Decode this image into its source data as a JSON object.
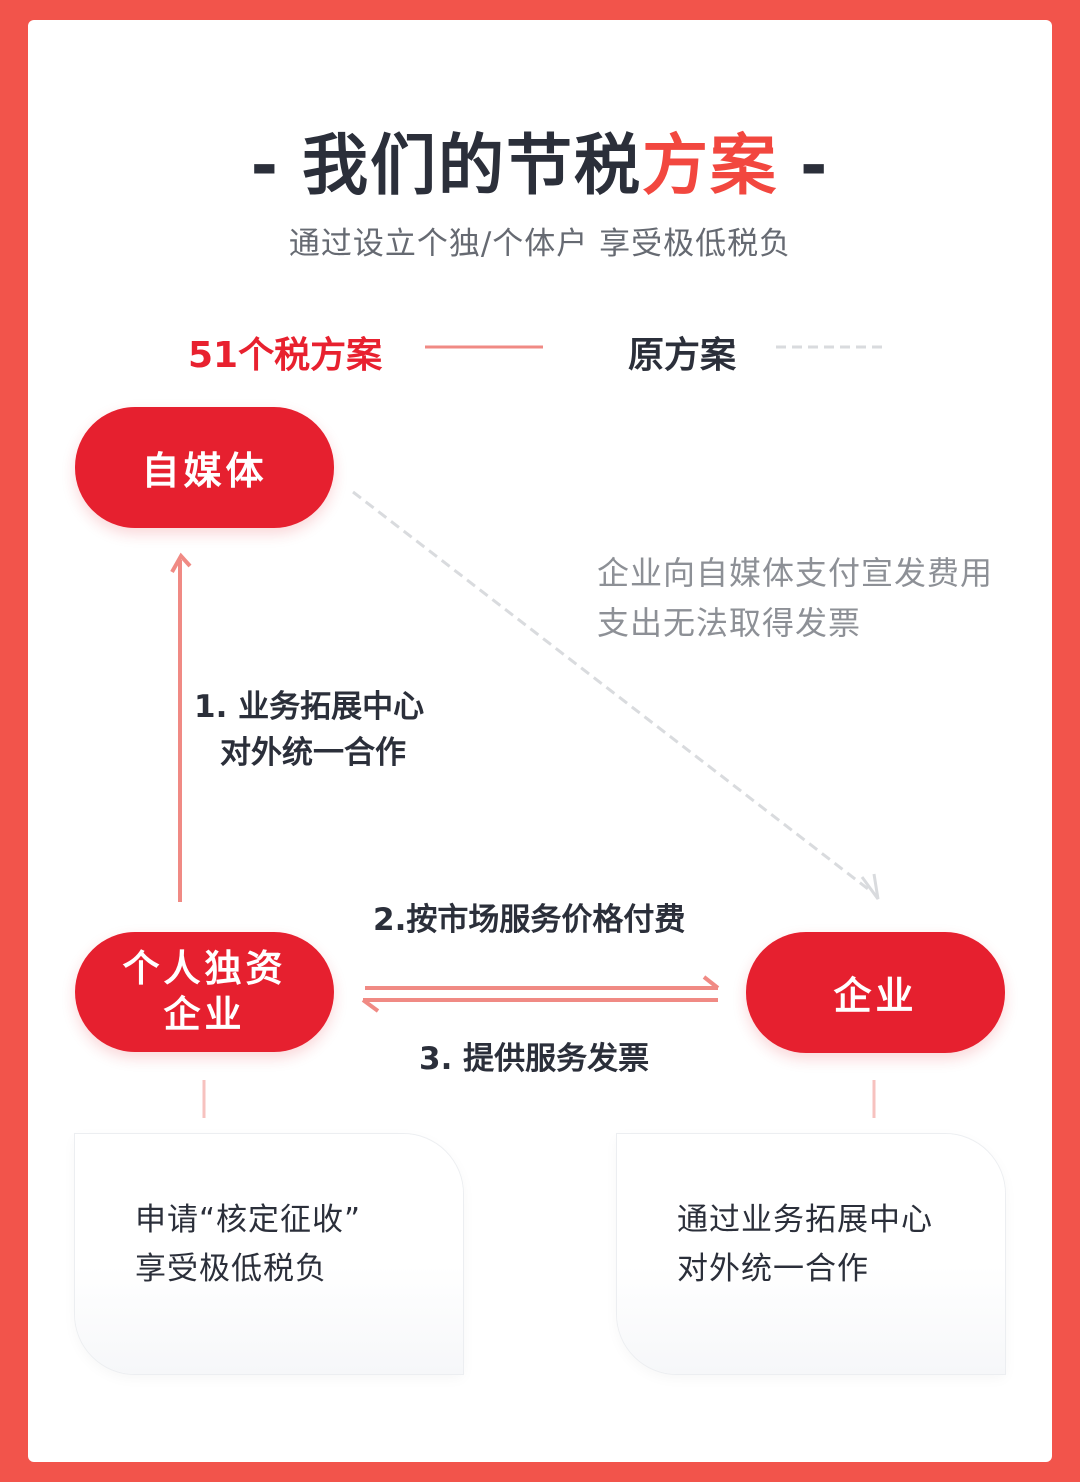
{
  "title": {
    "dash_left": "-",
    "main": "我们的节税",
    "accent": "方案",
    "dash_right": "-"
  },
  "subtitle": "通过设立个独/个体户 享受极低税负",
  "legend": {
    "plan_51": "51个税方案",
    "original": "原方案"
  },
  "nodes": {
    "media": "自媒体",
    "sole_line1": "个人独资",
    "sole_line2": "企业",
    "corp": "企业"
  },
  "notes": {
    "original_line1": "企业向自媒体支付宣发费用",
    "original_line2": "支出无法取得发票",
    "step1_line1": "1. 业务拓展中心",
    "step1_line2": "对外统一合作",
    "step2": "2.按市场服务价格付费",
    "step3": "3. 提供服务发票"
  },
  "boxes": {
    "left_line1": "申请“核定征收”",
    "left_line2": "享受极低税负",
    "right_line1": "通过业务拓展中心",
    "right_line2": "对外统一合作"
  },
  "colors": {
    "background": "#f2544b",
    "accent": "#e6202f",
    "text": "#2b2f3a",
    "muted": "#8d9096",
    "arrow": "#f08a84",
    "dashed": "#d9dbde"
  }
}
